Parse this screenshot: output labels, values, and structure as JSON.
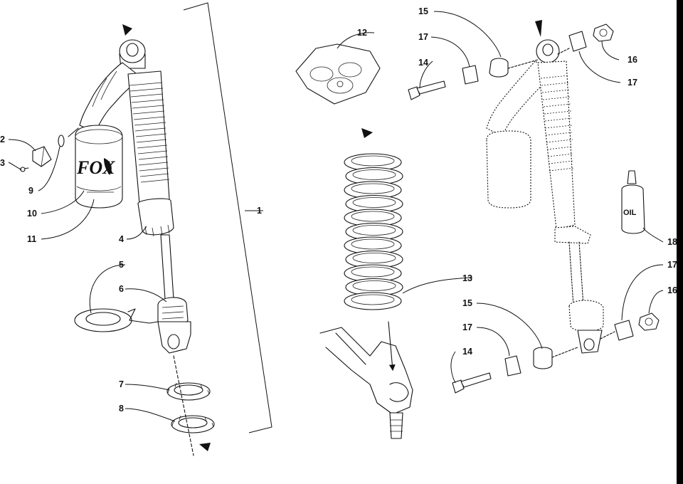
{
  "diagram": {
    "logo_text": "FOX",
    "oil_label": "OIL",
    "callouts": [
      {
        "id": "c1",
        "text": "1"
      },
      {
        "id": "c2",
        "text": "2"
      },
      {
        "id": "c3",
        "text": "3"
      },
      {
        "id": "c4",
        "text": "4"
      },
      {
        "id": "c5",
        "text": "5"
      },
      {
        "id": "c6",
        "text": "6"
      },
      {
        "id": "c7",
        "text": "7"
      },
      {
        "id": "c8",
        "text": "8"
      },
      {
        "id": "c9",
        "text": "9"
      },
      {
        "id": "c10",
        "text": "10"
      },
      {
        "id": "c11",
        "text": "11"
      },
      {
        "id": "c12",
        "text": "12"
      },
      {
        "id": "c13",
        "text": "13"
      },
      {
        "id": "c14a",
        "text": "14"
      },
      {
        "id": "c14b",
        "text": "14"
      },
      {
        "id": "c15a",
        "text": "15"
      },
      {
        "id": "c15b",
        "text": "15"
      },
      {
        "id": "c16a",
        "text": "16"
      },
      {
        "id": "c16b",
        "text": "16"
      },
      {
        "id": "c17a",
        "text": "17"
      },
      {
        "id": "c17b",
        "text": "17"
      },
      {
        "id": "c17c",
        "text": "17"
      },
      {
        "id": "c17d",
        "text": "17"
      },
      {
        "id": "c18",
        "text": "18"
      }
    ]
  }
}
